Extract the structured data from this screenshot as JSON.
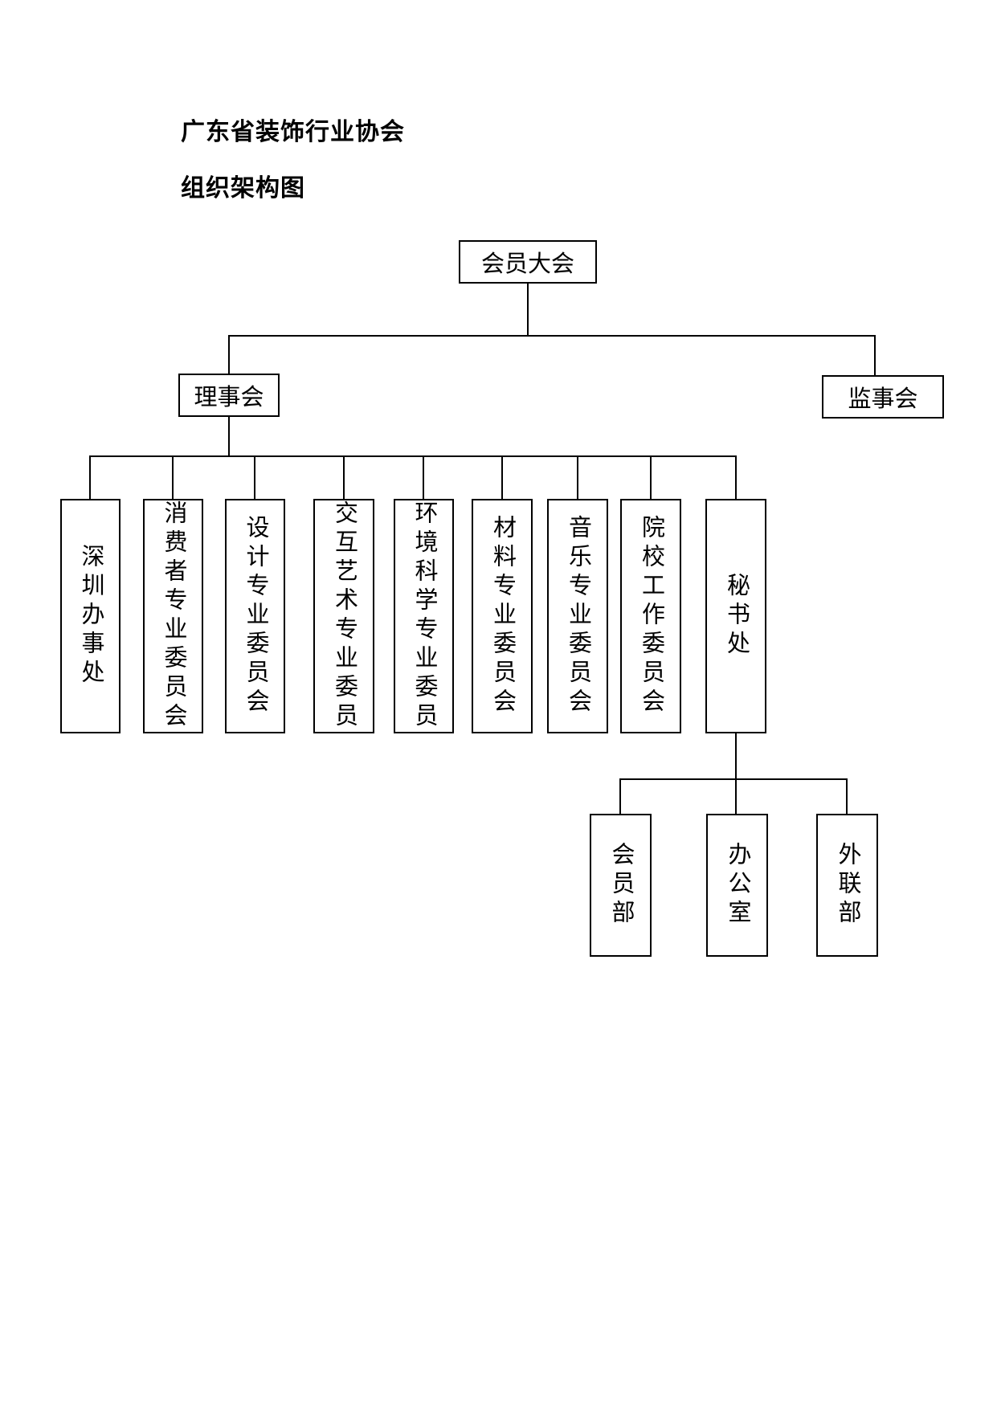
{
  "page": {
    "title": "广东省装饰行业协会",
    "subtitle": "组织架构图"
  },
  "org_chart": {
    "root": {
      "label": "会员大会"
    },
    "boards": [
      {
        "label": "理事会"
      },
      {
        "label": "监事会"
      }
    ],
    "council_departments": [
      {
        "label": "深圳办事处"
      },
      {
        "label": "消费者专业委员会"
      },
      {
        "label": "设计专业委员会"
      },
      {
        "label": "交互艺术专业委员"
      },
      {
        "label": "环境科学专业委员"
      },
      {
        "label": "材料专业委员会"
      },
      {
        "label": "音乐专业委员会"
      },
      {
        "label": "院校工作委员会"
      },
      {
        "label": "秘书处"
      }
    ],
    "secretariat_departments": [
      {
        "label": "会员部"
      },
      {
        "label": "办公室"
      },
      {
        "label": "外联部"
      }
    ]
  },
  "colors": {
    "line": "#000000",
    "background": "#ffffff",
    "text": "#000000"
  }
}
